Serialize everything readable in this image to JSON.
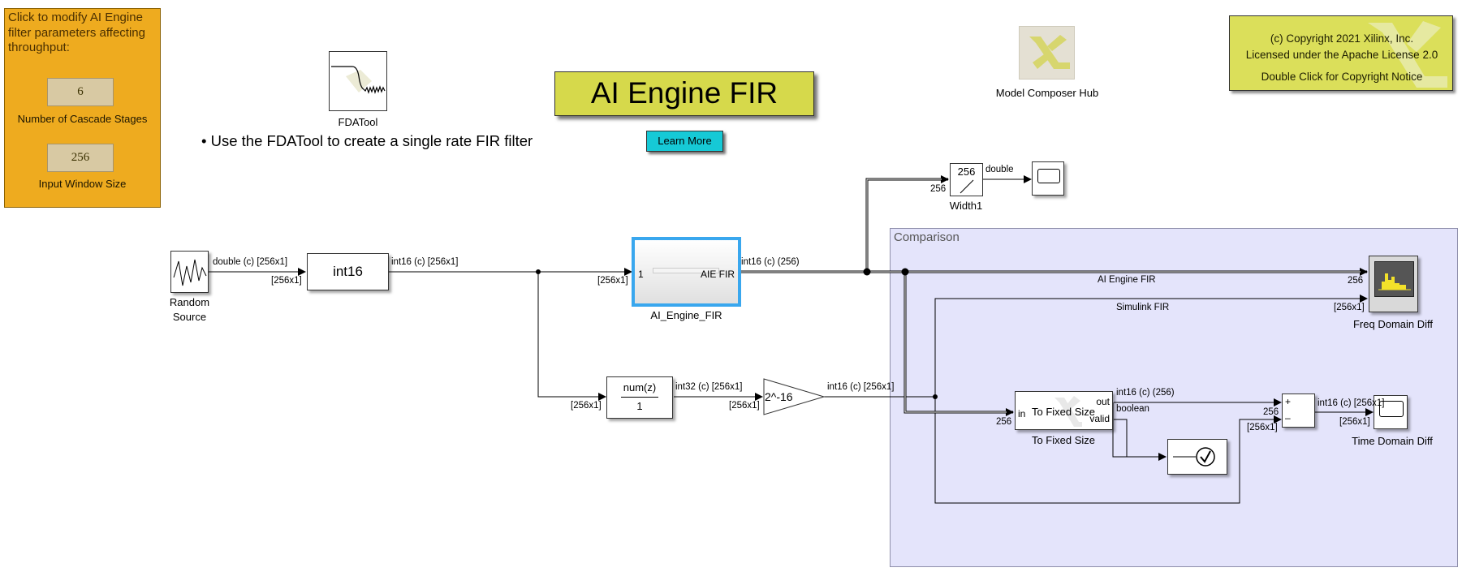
{
  "param_panel": {
    "title": "Click to modify AI Engine filter parameters affecting throughput:",
    "cascade_value": "6",
    "cascade_label": "Number of Cascade Stages",
    "window_value": "256",
    "window_label": "Input Window Size"
  },
  "fdatool": {
    "label": "FDATool"
  },
  "instruction": "Use the FDATool to create a single rate  FIR filter",
  "title": "AI Engine FIR",
  "learn_more": "Learn More",
  "hub": {
    "label": "Model Composer Hub"
  },
  "copyright": {
    "line1": "(c) Copyright 2021 Xilinx, Inc.",
    "line2": "Licensed under the Apache License 2.0",
    "line3": "Double Click for Copyright Notice"
  },
  "blocks": {
    "random_source": {
      "label_line1": "Random",
      "label_line2": "Source"
    },
    "int16": {
      "text": "int16"
    },
    "aie_fir": {
      "label": "AI_Engine_FIR",
      "in_port": "1",
      "out_port": "AIE FIR"
    },
    "numz": {
      "numerator": "num(z)",
      "denominator": "1"
    },
    "gain": {
      "text": "2^-16"
    },
    "width": {
      "value": "256",
      "label": "Width1",
      "port": "256"
    },
    "freq_domain": {
      "label": "Freq Domain Diff"
    },
    "to_fixed": {
      "text": "To Fixed Size",
      "label": "To Fixed Size",
      "in_port": "in",
      "out_port": "out",
      "valid_port": "valid"
    },
    "time_domain": {
      "label": "Time Domain Diff"
    }
  },
  "signals": {
    "s1": "double (c) [256x1]",
    "s1_dim": "[256x1]",
    "s2": "int16 (c) [256x1]",
    "s2_dim": "[256x1]",
    "s3": "int16 (c) (256)",
    "s4_dim": "[256x1]",
    "s5": "int32 (c) [256x1]",
    "s5_dim": "[256x1]",
    "s6": "int16 (c) [256x1]",
    "width_out": "double",
    "ai_engine_fir": "AI Engine FIR",
    "simulink_fir": "Simulink FIR",
    "freq_port1": "256",
    "freq_port2": "[256x1]",
    "to_fixed_in": "256",
    "to_fixed_out": "int16 (c) (256)",
    "valid_out": "boolean",
    "sum_in1": "256",
    "sum_in2": "[256x1]",
    "sum_out": "int16 (c) [256x1]",
    "time_in": "[256x1]"
  },
  "comparison": {
    "label": "Comparison"
  },
  "colors": {
    "param_panel": "#eeab1f",
    "title_box": "#d6d94b",
    "learn_more": "#16c9d6",
    "comparison_bg": "#e4e4fb",
    "aie_highlight": "#39a7ee"
  }
}
